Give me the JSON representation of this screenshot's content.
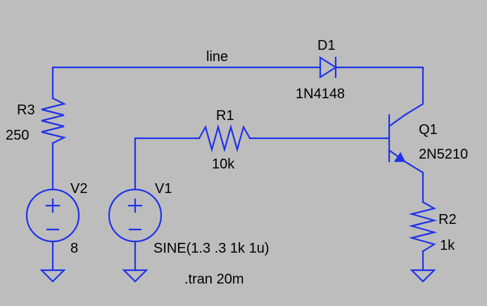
{
  "net_label": "line",
  "diode": {
    "ref": "D1",
    "part": "1N4148"
  },
  "transistor": {
    "ref": "Q1",
    "part": "2N5210"
  },
  "resistors": [
    {
      "ref": "R3",
      "value": "250"
    },
    {
      "ref": "R1",
      "value": "10k"
    },
    {
      "ref": "R2",
      "value": "1k"
    }
  ],
  "sources": [
    {
      "ref": "V2",
      "value": "8"
    },
    {
      "ref": "V1",
      "value": "SINE(1.3 .3 1k 1u)"
    }
  ],
  "directive": ".tran 20m",
  "colors": {
    "background": "#bdbdbd",
    "wire": "#1f33e8",
    "text": "#000000"
  }
}
